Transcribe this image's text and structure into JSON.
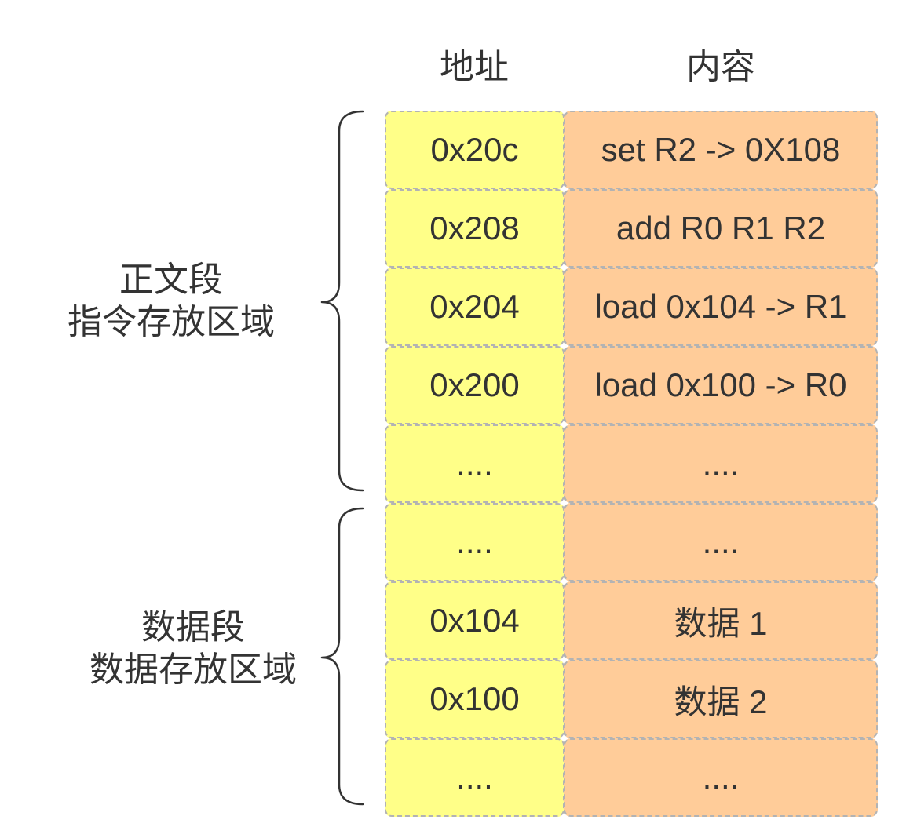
{
  "headers": {
    "address": "地址",
    "content": "内容"
  },
  "rows": [
    {
      "address": "0x20c",
      "content": "set R2 -> 0X108"
    },
    {
      "address": "0x208",
      "content": "add R0 R1 R2"
    },
    {
      "address": "0x204",
      "content": "load 0x104 -> R1"
    },
    {
      "address": "0x200",
      "content": "load 0x100 -> R0"
    },
    {
      "address": "....",
      "content": "...."
    },
    {
      "address": "....",
      "content": "...."
    },
    {
      "address": "0x104",
      "content": "数据 1"
    },
    {
      "address": "0x100",
      "content": "数据 2"
    },
    {
      "address": "....",
      "content": "...."
    }
  ],
  "segments": {
    "text": {
      "name": "正文段",
      "description": "指令存放区域"
    },
    "data": {
      "name": "数据段",
      "description": "数据存放区域"
    }
  },
  "colors": {
    "address_fill": "#ffff88",
    "content_fill": "#ffcc99",
    "cell_border": "#b3b3b3",
    "text": "#333333",
    "brace": "#333333",
    "background": "#ffffff"
  }
}
